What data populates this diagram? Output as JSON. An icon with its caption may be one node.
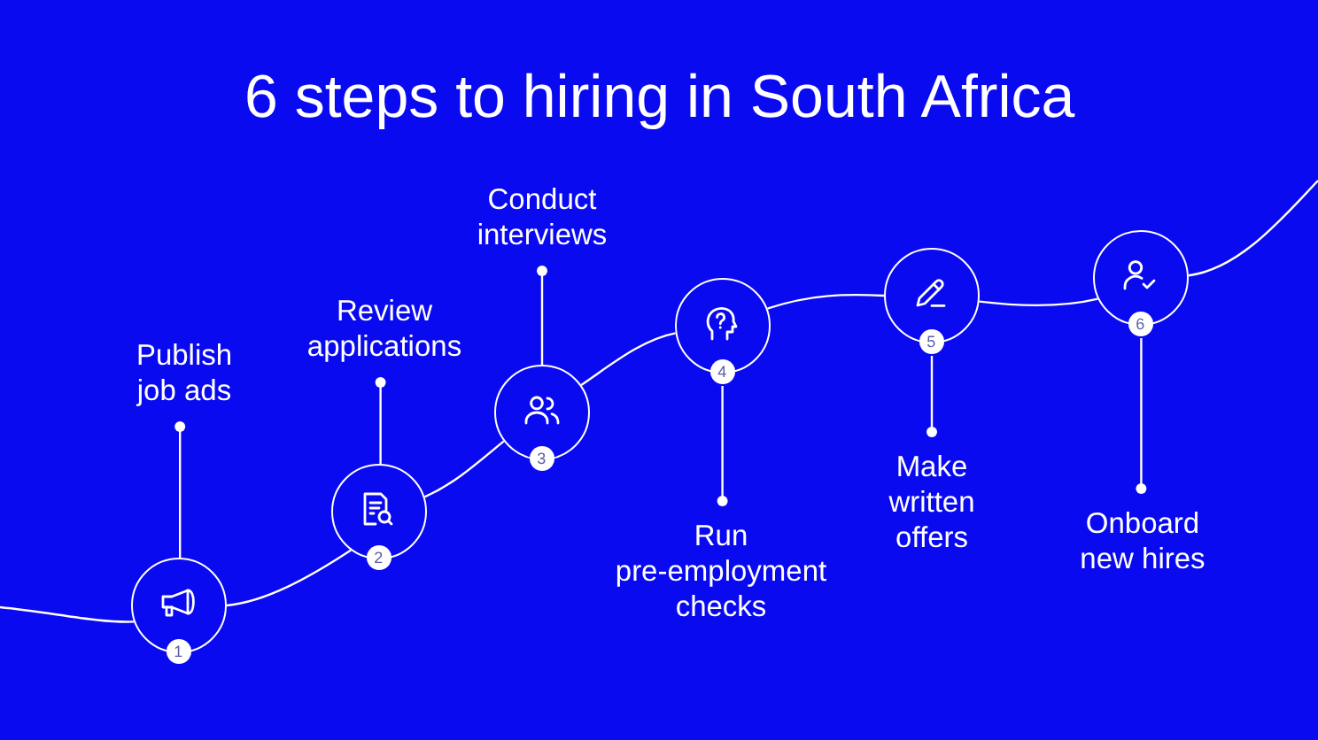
{
  "diagram": {
    "title": "6 steps to hiring in South Africa",
    "nodes": [
      {
        "text": [
          "1"
        ]
      },
      {
        "text": [
          "2"
        ]
      },
      {
        "text": [
          "3"
        ]
      },
      {
        "text": [
          "4"
        ]
      },
      {
        "text": [
          "5"
        ]
      },
      {
        "text": [
          "6"
        ]
      },
      {
        "text": [
          "Publish job ads"
        ]
      },
      {
        "text": [
          "Review applications"
        ]
      },
      {
        "text": [
          "Conduct interviews"
        ]
      },
      {
        "text": [
          "Run pre-employment checks"
        ]
      },
      {
        "text": [
          "Make written offers"
        ]
      },
      {
        "text": [
          "Onboard new hires"
        ]
      }
    ],
    "edges": [
      {
        "from": null,
        "to": 0,
        "arrow": "none"
      },
      {
        "from": 0,
        "to": 1,
        "arrow": "none"
      },
      {
        "from": 1,
        "to": 2,
        "arrow": "none"
      },
      {
        "from": 2,
        "to": 3,
        "arrow": "none"
      },
      {
        "from": 3,
        "to": 4,
        "arrow": "none"
      },
      {
        "from": 4,
        "to": 5,
        "arrow": "none"
      },
      {
        "from": 5,
        "to": null,
        "arrow": "none"
      },
      {
        "from": 0,
        "to": 6,
        "arrow": "other"
      },
      {
        "from": 1,
        "to": 7,
        "arrow": "other"
      },
      {
        "from": 2,
        "to": 8,
        "arrow": "other"
      },
      {
        "from": 3,
        "to": 9,
        "arrow": "other"
      },
      {
        "from": 4,
        "to": 10,
        "arrow": "other"
      },
      {
        "from": 5,
        "to": 11,
        "arrow": "other"
      }
    ]
  }
}
